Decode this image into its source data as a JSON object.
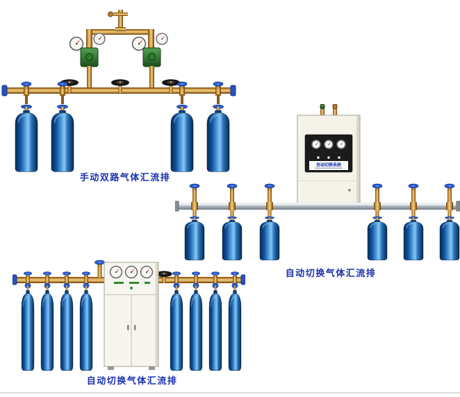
{
  "page": {
    "background_color": "#ffffff"
  },
  "products": [
    {
      "id": "manual-dual-manifold",
      "caption": "手动双路气体汇流排"
    },
    {
      "id": "auto-switch-manifold-right",
      "caption": "自动切换气体汇流排",
      "cabinet_label": "自动切换系统"
    },
    {
      "id": "auto-switch-manifold-bottom",
      "caption": "自动切换气体汇流排"
    }
  ],
  "colors": {
    "caption_blue": "#1b31b0",
    "bottle_blue": "#2a77c0",
    "brass": "#c08a33",
    "cabinet_beige": "#f4f2e9",
    "steel_pipe": "#c8cfd5",
    "valve_blue": "#2a5cd0",
    "regulator_green": "#2f7a2f"
  }
}
